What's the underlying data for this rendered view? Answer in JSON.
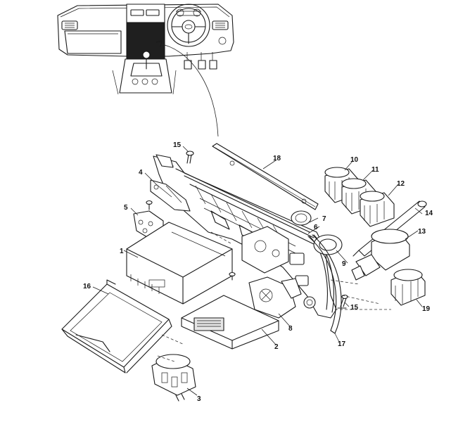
{
  "callouts": [
    {
      "id": "c1",
      "label": "1"
    },
    {
      "id": "c2",
      "label": "2"
    },
    {
      "id": "c3",
      "label": "3"
    },
    {
      "id": "c4",
      "label": "4"
    },
    {
      "id": "c5",
      "label": "5"
    },
    {
      "id": "c6",
      "label": "6"
    },
    {
      "id": "c7",
      "label": "7"
    },
    {
      "id": "c8",
      "label": "8"
    },
    {
      "id": "c9",
      "label": "9"
    },
    {
      "id": "c10",
      "label": "10"
    },
    {
      "id": "c11",
      "label": "11"
    },
    {
      "id": "c12",
      "label": "12"
    },
    {
      "id": "c13",
      "label": "13"
    },
    {
      "id": "c14",
      "label": "14"
    },
    {
      "id": "c15a",
      "label": "15"
    },
    {
      "id": "c15b",
      "label": "15"
    },
    {
      "id": "c16",
      "label": "16"
    },
    {
      "id": "c17",
      "label": "17"
    },
    {
      "id": "c18",
      "label": "18"
    },
    {
      "id": "c19",
      "label": "19"
    }
  ]
}
